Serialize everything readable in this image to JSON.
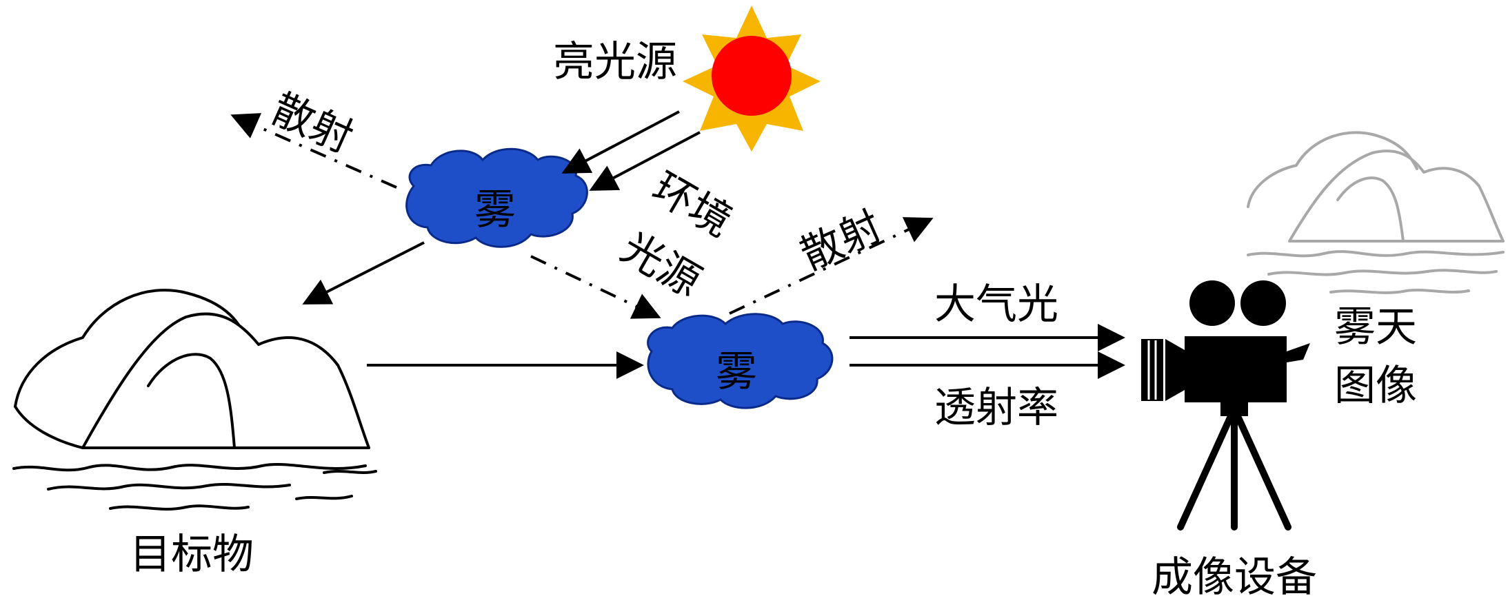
{
  "labels": {
    "light_source": "亮光源",
    "scatter_left": "散射",
    "fog_1": "雾",
    "ambient_line1": "环境",
    "ambient_line2": "光源",
    "scatter_right": "散射",
    "fog_2": "雾",
    "airlight": "大气光",
    "transmission": "透射率",
    "target": "目标物",
    "device": "成像设备",
    "foggy_line1": "雾天",
    "foggy_line2": "图像"
  },
  "colors": {
    "sun_core": "#ff0000",
    "sun_rays": "#f7b500",
    "fog": "#1f4fc8",
    "fog_edge": "#0a2a8a",
    "ink": "#000000",
    "faded_ink": "#9a9a9a"
  },
  "icons": {
    "sun": "sun-icon",
    "fog": "cloud-icon",
    "mountain": "mountain-icon",
    "camera": "video-camera-icon",
    "hazy_image": "hazy-mountain-icon"
  }
}
